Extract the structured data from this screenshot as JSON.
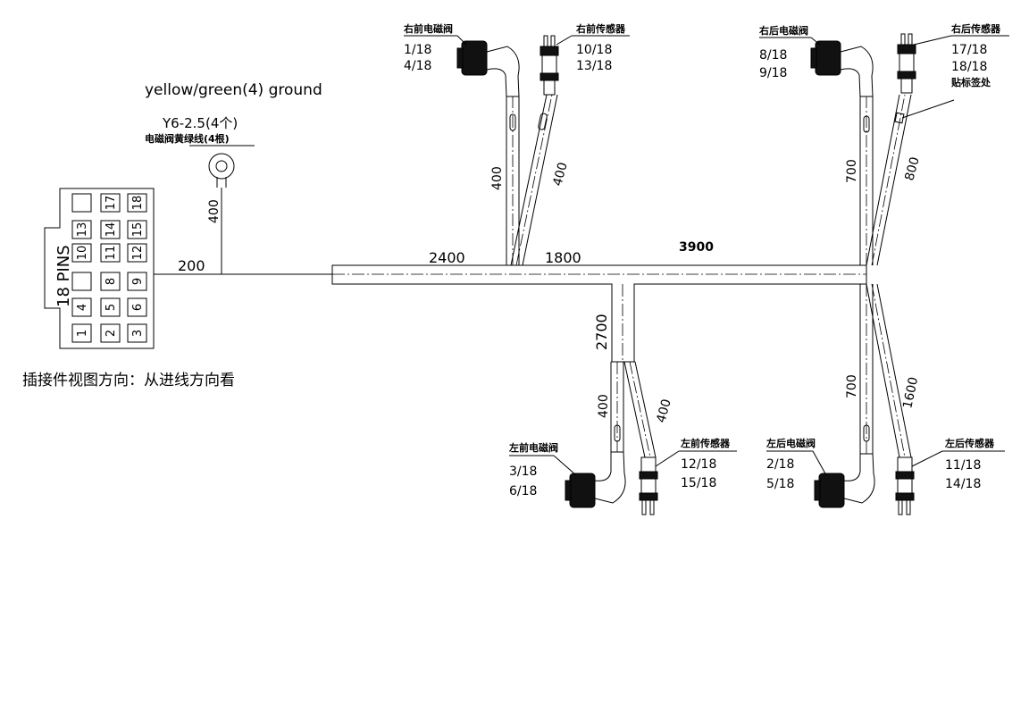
{
  "ground": {
    "note": "yellow/green(4) ground",
    "terminal_spec": "Y6-2.5(4个)",
    "terminal_desc": "电磁阀黄绿线(4根)",
    "len_terminal": "400",
    "len_200": "200"
  },
  "connector": {
    "label": "18 PINS",
    "view_note": "插接件视图方向：从进线方向看",
    "pins_rows": [
      [
        "",
        "17",
        "18"
      ],
      [
        "13",
        "14",
        "15"
      ],
      [
        "10",
        "11",
        "12"
      ],
      [
        "",
        "8",
        "9"
      ],
      [
        "4",
        "5",
        "6"
      ],
      [
        "1",
        "2",
        "3"
      ]
    ]
  },
  "trunk": {
    "len_2400": "2400",
    "len_1800": "1800",
    "len_3900": "3900",
    "len_2700": "2700"
  },
  "right_front_valve": {
    "title": "右前电磁阀",
    "pin_a": "1/18",
    "pin_b": "4/18",
    "len": "400"
  },
  "right_front_sensor": {
    "title": "右前传感器",
    "pin_a": "10/18",
    "pin_b": "13/18",
    "len": "400"
  },
  "right_rear_valve": {
    "title": "右后电磁阀",
    "pin_a": "8/18",
    "pin_b": "9/18",
    "len": "700"
  },
  "right_rear_sensor": {
    "title": "右后传感器",
    "pin_a": "17/18",
    "pin_b": "18/18",
    "note": "贴标签处",
    "len": "800"
  },
  "left_front_valve": {
    "title": "左前电磁阀",
    "pin_a": "3/18",
    "pin_b": "6/18",
    "len": "400"
  },
  "left_front_sensor": {
    "title": "左前传感器",
    "pin_a": "12/18",
    "pin_b": "15/18",
    "len": "400"
  },
  "left_rear_valve": {
    "title": "左后电磁阀",
    "pin_a": "2/18",
    "pin_b": "5/18",
    "len": "700"
  },
  "left_rear_sensor": {
    "title": "左后传感器",
    "pin_a": "11/18",
    "pin_b": "14/18",
    "len": "1600"
  }
}
